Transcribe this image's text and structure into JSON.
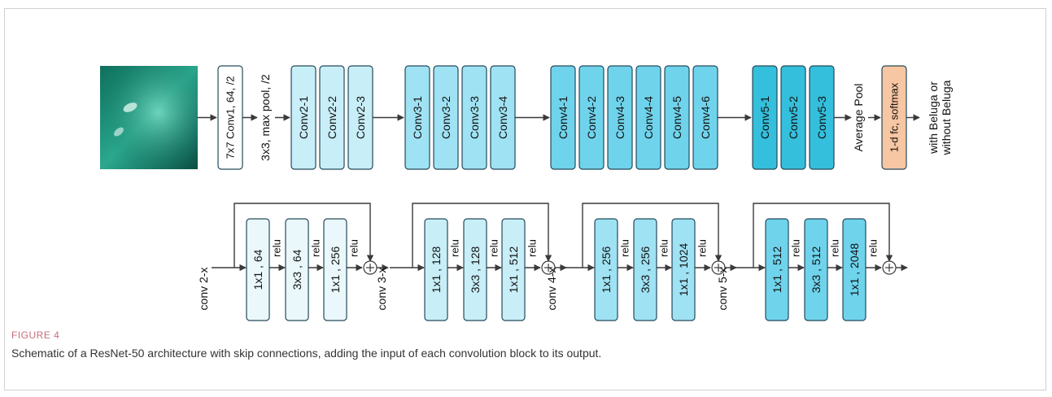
{
  "figure": {
    "label": "FIGURE 4",
    "caption": "Schematic of a ResNet-50 architecture with skip connections, adding the input of each convolution block to its output."
  },
  "colors": {
    "stage1": "#eaf8fc",
    "stage2": "#c8eef8",
    "stage3": "#9fe2f3",
    "stage4": "#6fd3ec",
    "stage5": "#34bfdc",
    "fc": "#f7c6a2",
    "stroke": "#244a5a",
    "arrow": "#3a3a3a"
  },
  "top_row": {
    "input_label": "",
    "conv1": "7x7 Conv1, 64, /2",
    "maxpool": "3x3, max pool, /2",
    "stages": [
      [
        "Conv2-1",
        "Conv2-2",
        "Conv2-3"
      ],
      [
        "Conv3-1",
        "Conv3-2",
        "Conv3-3",
        "Conv3-4"
      ],
      [
        "Conv4-1",
        "Conv4-2",
        "Conv4-3",
        "Conv4-4",
        "Conv4-5",
        "Conv4-6"
      ],
      [
        "Conv5-1",
        "Conv5-2",
        "Conv5-3"
      ]
    ],
    "avgpool": "Average Pool",
    "fc": "1-d fc, softmax",
    "output_line1": "with Beluga or",
    "output_line2": "without Beluga"
  },
  "blocks": [
    {
      "label": "conv 2-x",
      "layers": [
        "1x1 , 64",
        "3x3 , 64",
        "1x1 , 256"
      ]
    },
    {
      "label": "conv 3-x",
      "layers": [
        "1x1 , 128",
        "3x3 , 128",
        "1x1 , 512"
      ]
    },
    {
      "label": "conv 4-x",
      "layers": [
        "1x1 , 256",
        "3x3 , 256",
        "1x1 , 1024"
      ]
    },
    {
      "label": "conv 5-x",
      "layers": [
        "1x1 , 512",
        "3x3 , 512",
        "1x1 , 2048"
      ]
    }
  ],
  "relu_label": "relu"
}
